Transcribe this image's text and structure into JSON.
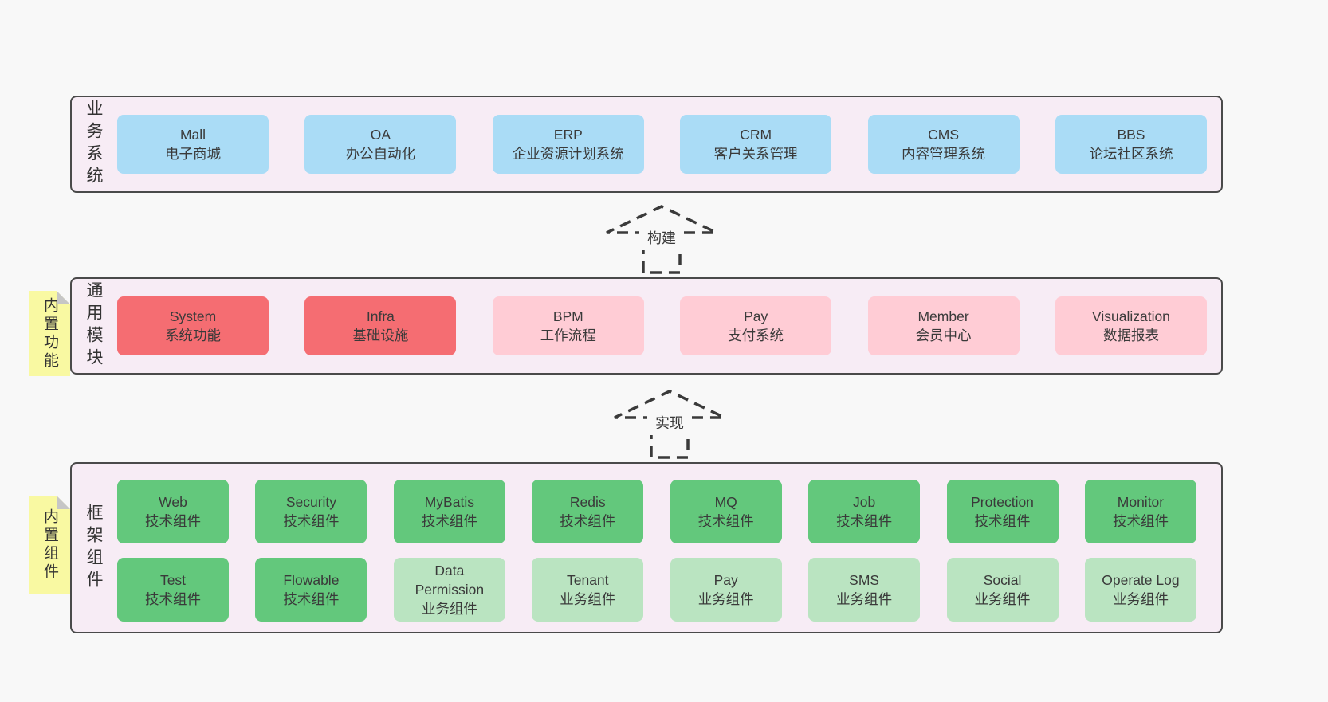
{
  "colors": {
    "page_bg": "#f8f8f8",
    "layer_bg": "#f7ecf5",
    "layer_border": "#4a4a4a",
    "blue_box": "#aadcf6",
    "red_box": "#f56d72",
    "pink_box": "#ffccd5",
    "green_box": "#63c87c",
    "light_green_box": "#bae4c1",
    "sticky_yellow": "#f9f9a2",
    "text": "#3a3a3a"
  },
  "layers": {
    "business": {
      "label": "业务系统",
      "boxes": [
        {
          "name": "Mall",
          "desc": "电子商城"
        },
        {
          "name": "OA",
          "desc": "办公自动化"
        },
        {
          "name": "ERP",
          "desc": "企业资源计划系统"
        },
        {
          "name": "CRM",
          "desc": "客户关系管理"
        },
        {
          "name": "CMS",
          "desc": "内容管理系统"
        },
        {
          "name": "BBS",
          "desc": "论坛社区系统"
        }
      ]
    },
    "modules": {
      "label": "通用模块",
      "sticky": "内置功能",
      "boxes": [
        {
          "name": "System",
          "desc": "系统功能"
        },
        {
          "name": "Infra",
          "desc": "基础设施"
        },
        {
          "name": "BPM",
          "desc": "工作流程"
        },
        {
          "name": "Pay",
          "desc": "支付系统"
        },
        {
          "name": "Member",
          "desc": "会员中心"
        },
        {
          "name": "Visualization",
          "desc": "数据报表"
        }
      ]
    },
    "components": {
      "label": "框架组件",
      "sticky": "内置组件",
      "row1": [
        {
          "name": "Web",
          "desc": "技术组件"
        },
        {
          "name": "Security",
          "desc": "技术组件"
        },
        {
          "name": "MyBatis",
          "desc": "技术组件"
        },
        {
          "name": "Redis",
          "desc": "技术组件"
        },
        {
          "name": "MQ",
          "desc": "技术组件"
        },
        {
          "name": "Job",
          "desc": "技术组件"
        },
        {
          "name": "Protection",
          "desc": "技术组件"
        },
        {
          "name": "Monitor",
          "desc": "技术组件"
        }
      ],
      "row2": [
        {
          "name": "Test",
          "desc": "技术组件"
        },
        {
          "name": "Flowable",
          "desc": "技术组件"
        },
        {
          "name": "Data Permission",
          "desc": "业务组件"
        },
        {
          "name": "Tenant",
          "desc": "业务组件"
        },
        {
          "name": "Pay",
          "desc": "业务组件"
        },
        {
          "name": "SMS",
          "desc": "业务组件"
        },
        {
          "name": "Social",
          "desc": "业务组件"
        },
        {
          "name": "Operate Log",
          "desc": "业务组件"
        }
      ]
    }
  },
  "arrows": {
    "build": {
      "label": "构建"
    },
    "implement": {
      "label": "实现"
    }
  }
}
